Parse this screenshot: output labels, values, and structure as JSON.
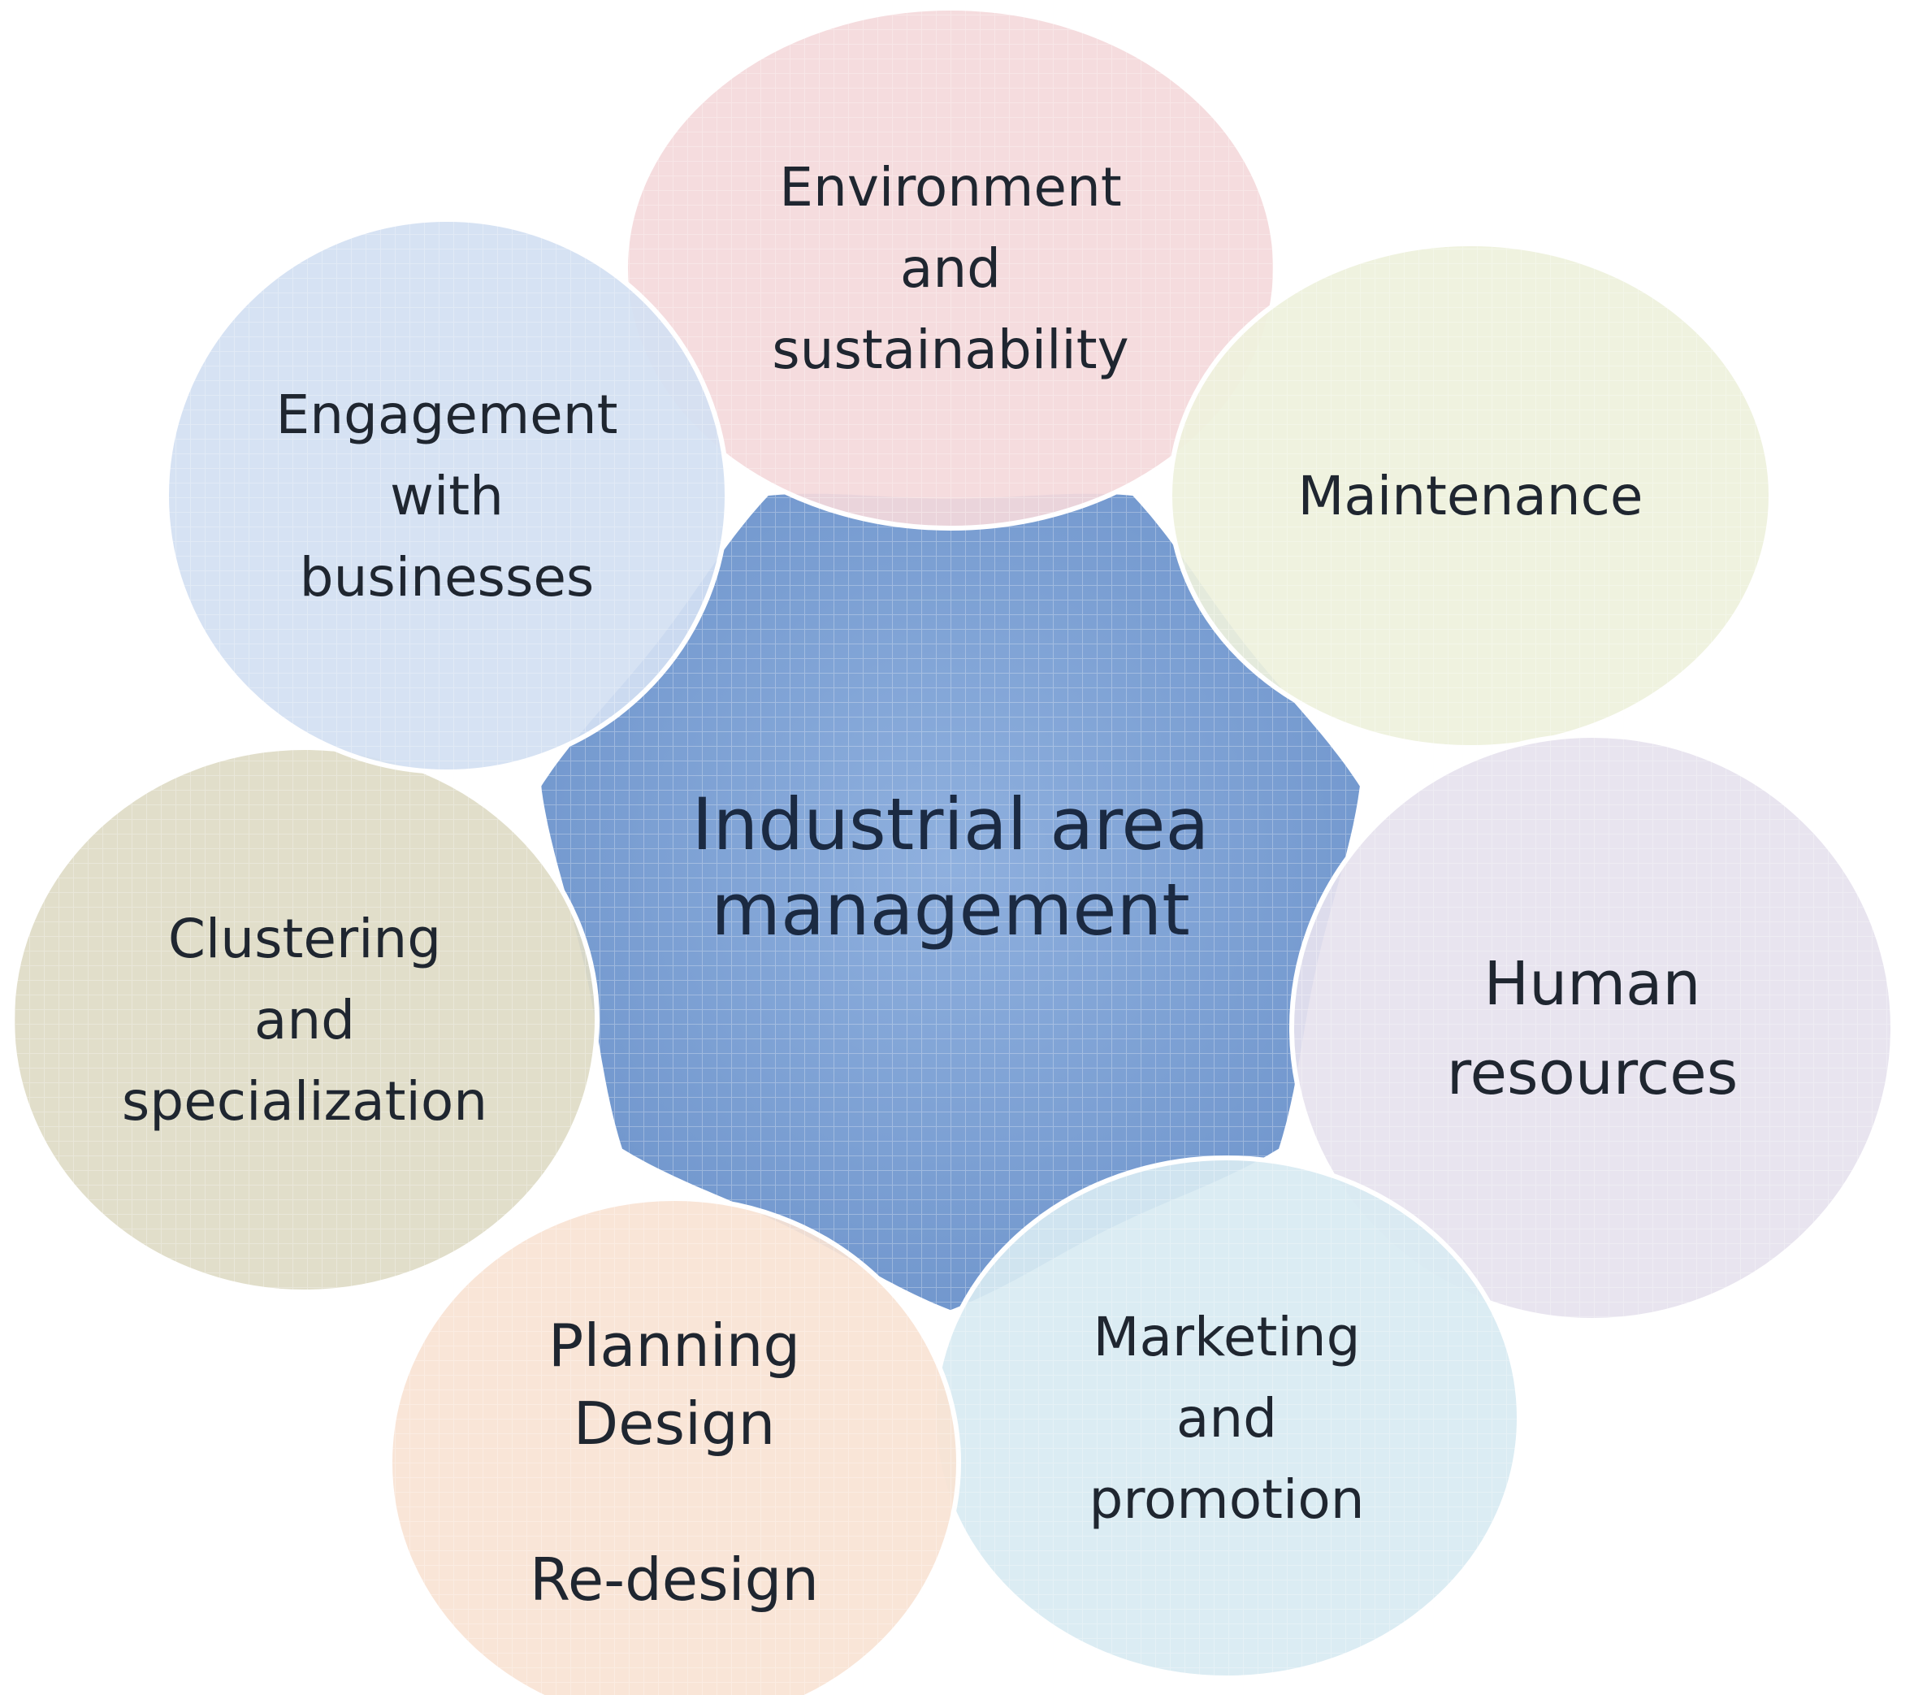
{
  "center": {
    "lines": [
      "Industrial area",
      "management"
    ],
    "color": "#7fa3d6"
  },
  "petals": [
    {
      "id": "environment",
      "lines": [
        "Environment",
        "and",
        "sustainability"
      ],
      "color": "#f4d9db"
    },
    {
      "id": "maintenance",
      "lines": [
        "Maintenance"
      ],
      "color": "#eef1dc"
    },
    {
      "id": "human-resources",
      "lines": [
        "Human",
        "resources"
      ],
      "color": "#e6e2ee"
    },
    {
      "id": "marketing",
      "lines": [
        "Marketing",
        "and",
        "promotion"
      ],
      "color": "#d8eaf2"
    },
    {
      "id": "planning",
      "lines": [
        "Planning",
        "Design",
        "",
        "Re-design"
      ],
      "color": "#f8e3d4"
    },
    {
      "id": "clustering",
      "lines": [
        "Clustering",
        "and",
        "specialization"
      ],
      "color": "#dedbc6"
    },
    {
      "id": "engagement",
      "lines": [
        "Engagement",
        "with",
        "businesses"
      ],
      "color": "#d3e0f2"
    }
  ],
  "grid_color": "#ffffff"
}
